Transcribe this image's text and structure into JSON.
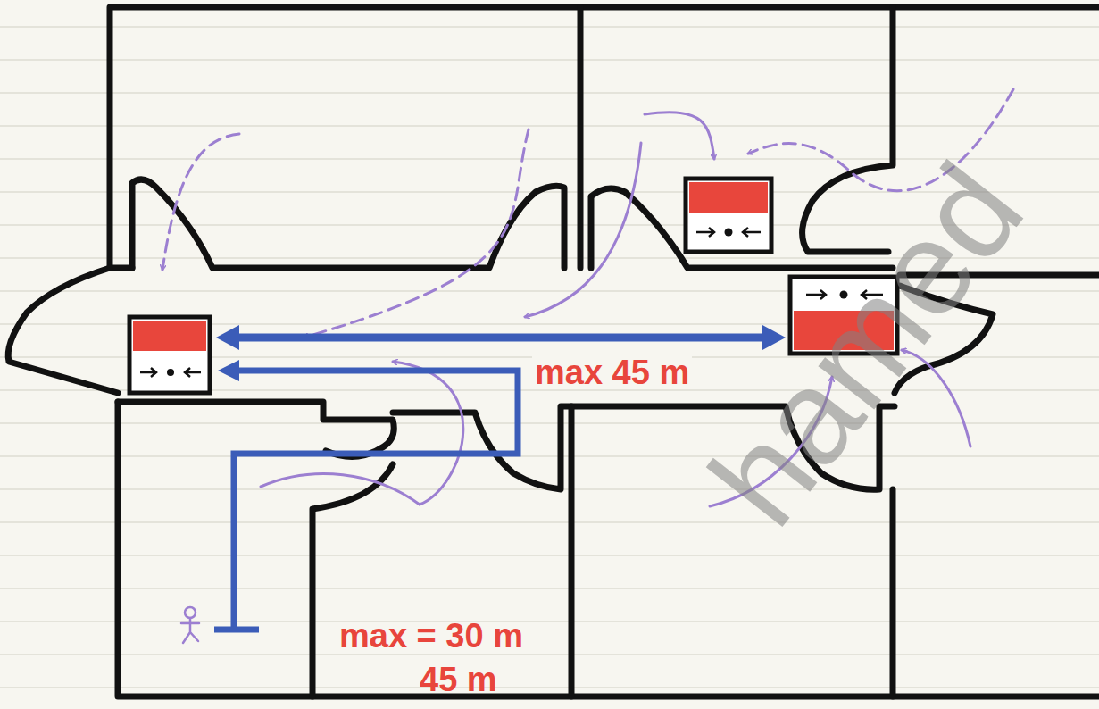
{
  "diagram": {
    "labels": [
      "max 45 m",
      "max = 30 m",
      "45 m",
      "hamed"
    ]
  }
}
